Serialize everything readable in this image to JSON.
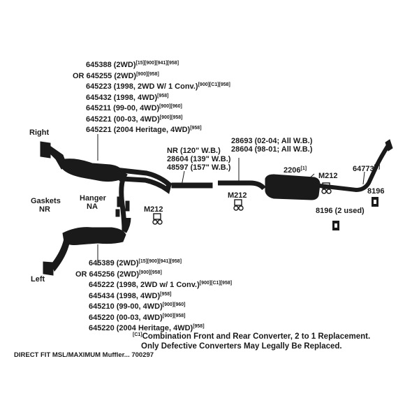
{
  "colors": {
    "ink": "#1a1a1a",
    "paper": "#ffffff"
  },
  "labels": {
    "right": "Right",
    "left": "Left",
    "gaskets": "Gaskets",
    "nr": "NR",
    "hanger": "Hanger",
    "na": "NA",
    "m212_a": "M212",
    "m212_b": "M212",
    "m212_c": "M212",
    "pipe_nr": "NR (120\" W.B.)",
    "pipe_28604": "28604 (139\" W.B.)",
    "pipe_48597": "48597 (157\" W.B.)",
    "mid_28693": "28693 (02-04; All W.B.)",
    "mid_28604": "28604 (98-01; All W.B.)",
    "muffler_part": "2206",
    "muffler_note": "[1]",
    "tail_part": "64773",
    "tail_note": "[1]",
    "hanger_8196_a": "8196",
    "hanger_8196_b": "8196 (2 used)"
  },
  "right_converters": [
    {
      "text": "645388 (2WD)",
      "sup": "[15][900][941][958]"
    },
    {
      "text": "OR 645255 (2WD)",
      "sup": "[900][958]"
    },
    {
      "text": "645223 (1998, 2WD W/ 1 Conv.)",
      "sup": "[900][C1][958]"
    },
    {
      "text": "645432 (1998, 4WD)",
      "sup": "[958]"
    },
    {
      "text": "645211 (99-00, 4WD)",
      "sup": "[900][960]"
    },
    {
      "text": "645221 (00-03, 4WD)",
      "sup": "[900][958]"
    },
    {
      "text": "645221 (2004 Heritage, 4WD)",
      "sup": "[958]"
    }
  ],
  "left_converters": [
    {
      "text": "645389 (2WD)",
      "sup": "[15][900][941][958]"
    },
    {
      "text": "OR 645256 (2WD)",
      "sup": "[900][958]"
    },
    {
      "text": "645222 (1998, 2WD w/ 1 Conv.)",
      "sup": "[900][C1][958]"
    },
    {
      "text": "645434 (1998, 4WD)",
      "sup": "[958]"
    },
    {
      "text": "645210 (99-00, 4WD)",
      "sup": "[900][960]"
    },
    {
      "text": "645220 (00-03, 4WD)",
      "sup": "[900][958]"
    },
    {
      "text": "645220 (2004 Heritage, 4WD)",
      "sup": "[958]"
    }
  ],
  "footnote": {
    "mark": "[C1]",
    "line1": "Combination Front and Rear Converter, 2 to 1 Replacement.",
    "line2": "Only Defective Converters May Legally Be Replaced."
  },
  "caption": "DIRECT FIT MSL/MAXIMUM Muffler... 700297"
}
